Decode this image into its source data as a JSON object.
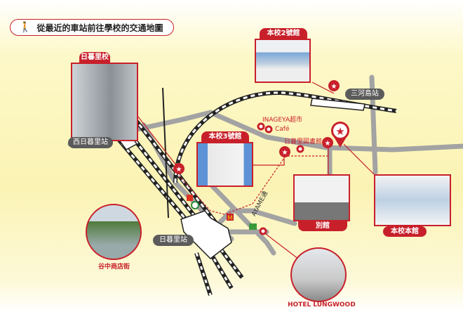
{
  "title": "從最近的車站前往學校的交通地圖",
  "title_icon": "walking-person-icon",
  "buildings": {
    "nippori_school": "日暮里校",
    "main2": "本校2號館",
    "main3": "本校3號館",
    "annex": "別館",
    "main_building": "本校本館"
  },
  "stations": {
    "nishi_nippori": "西日暮里站",
    "mikawashima": "三河島站",
    "nippori": "日暮里站"
  },
  "landmarks": {
    "inageya": "INAGEYA超市",
    "cafe": "Café",
    "library": "日暮里図書館",
    "street": "AYAME通",
    "yanaka": "谷中商店街",
    "hotel": "HOTEL LUNGWOOD"
  },
  "colors": {
    "accent": "#c8202b",
    "road": "#9a9a9a",
    "label": "#5b5b5b",
    "bg": "#fbf3b4"
  }
}
